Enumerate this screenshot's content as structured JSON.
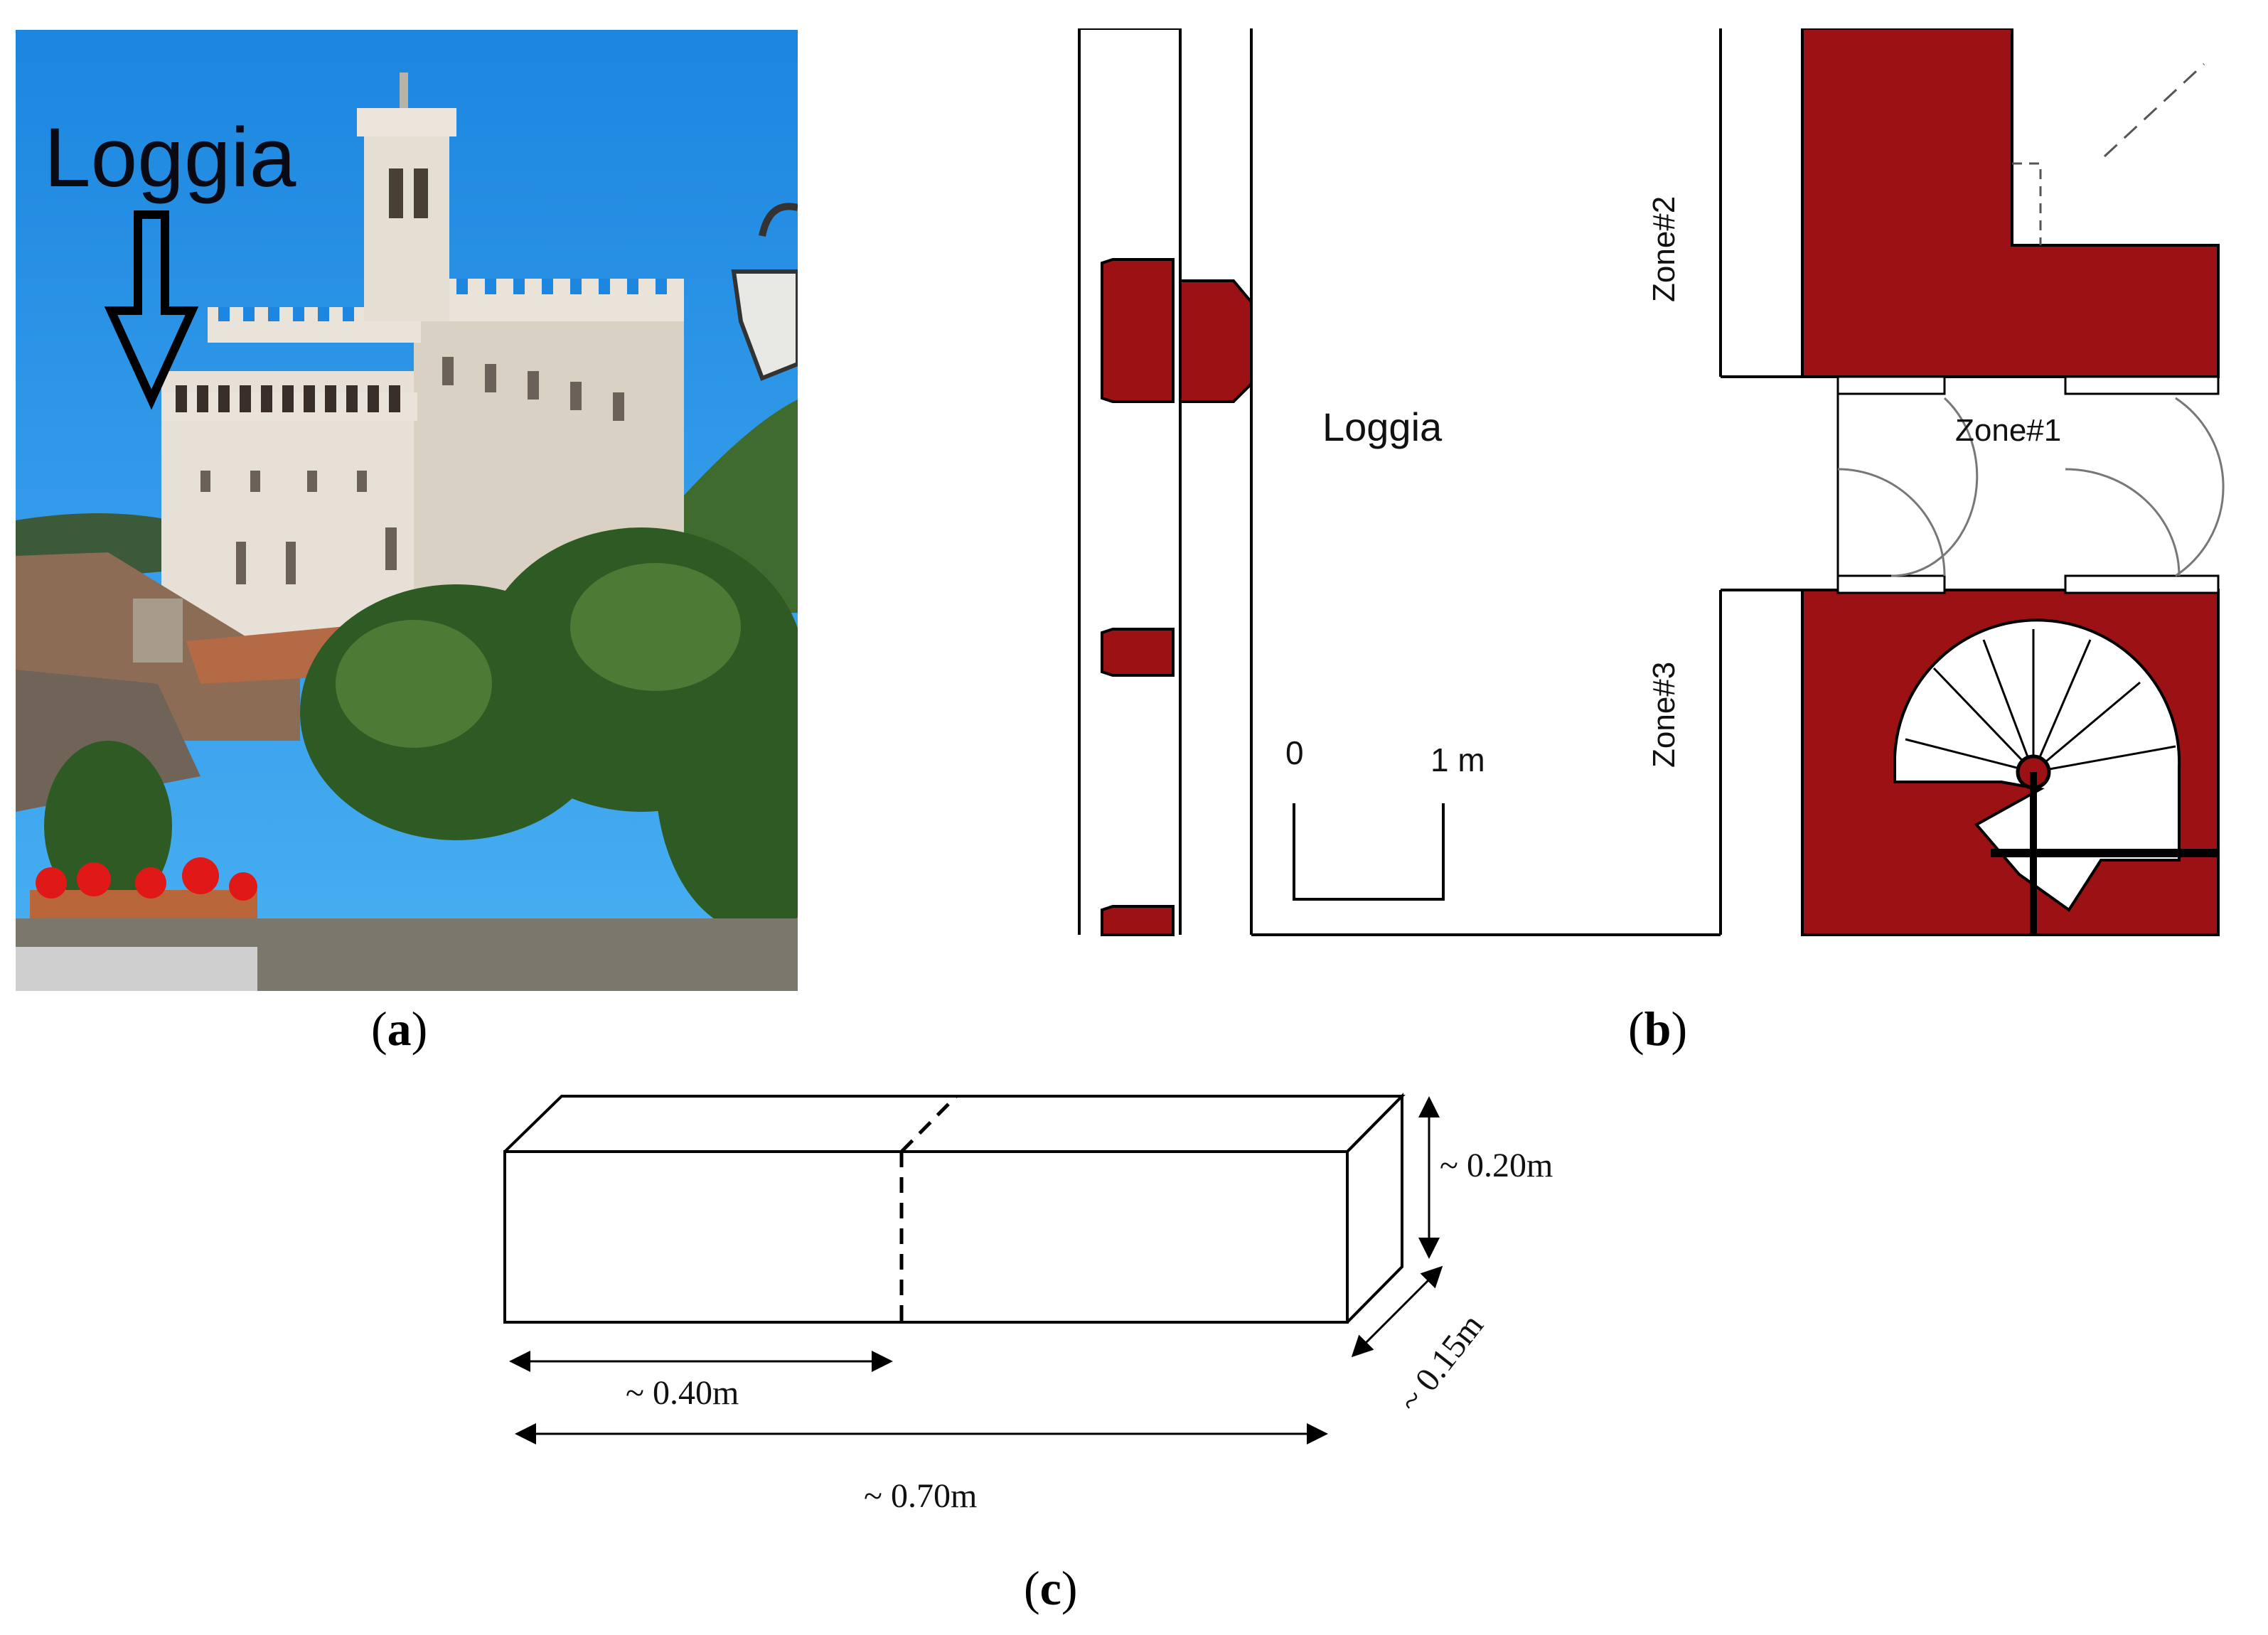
{
  "panels": {
    "a": {
      "label_open": "(",
      "label_letter": "a",
      "label_close": ")",
      "annotation": "Loggia"
    },
    "b": {
      "label_open": "(",
      "label_letter": "b",
      "label_close": ")",
      "room_label": "Loggia",
      "zone1": "Zone#1",
      "zone2": "Zone#2",
      "zone3": "Zone#3",
      "scale_start": "0",
      "scale_end": "1 m"
    },
    "c": {
      "label_open": "(",
      "label_letter": "c",
      "label_close": ")",
      "dim_height": "~ 0.20m",
      "dim_depth": "~ 0.15m",
      "dim_partial": "~ 0.40m",
      "dim_length": "~ 0.70m"
    }
  },
  "colors": {
    "wall_fill": "#9b1114",
    "sky": "#1e8fe6",
    "line": "#000000"
  }
}
